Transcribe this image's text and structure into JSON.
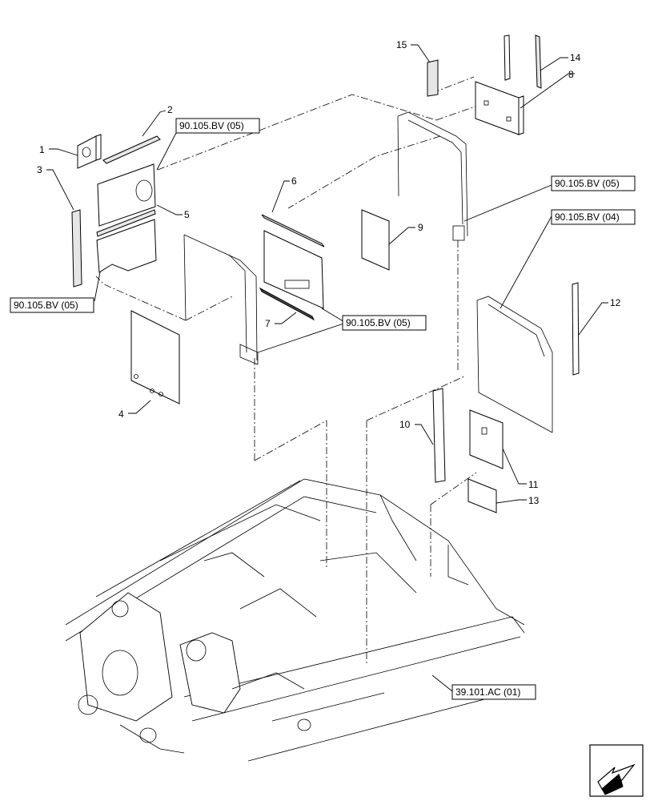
{
  "callouts": [
    {
      "id": "c1",
      "text": "1"
    },
    {
      "id": "c2",
      "text": "2"
    },
    {
      "id": "c3",
      "text": "3"
    },
    {
      "id": "c4",
      "text": "4"
    },
    {
      "id": "c5",
      "text": "5"
    },
    {
      "id": "c6",
      "text": "6"
    },
    {
      "id": "c7",
      "text": "7"
    },
    {
      "id": "c8",
      "text": "8"
    },
    {
      "id": "c9",
      "text": "9"
    },
    {
      "id": "c10",
      "text": "10"
    },
    {
      "id": "c11",
      "text": "11"
    },
    {
      "id": "c12",
      "text": "12"
    },
    {
      "id": "c13",
      "text": "13"
    },
    {
      "id": "c14",
      "text": "14"
    },
    {
      "id": "c15",
      "text": "15"
    }
  ],
  "references": [
    {
      "id": "r1",
      "text": "90.105.BV (05)"
    },
    {
      "id": "r2",
      "text": "90.105.BV (05)"
    },
    {
      "id": "r3",
      "text": "90.105.BV (05)"
    },
    {
      "id": "r4",
      "text": "90.105.BV (05)"
    },
    {
      "id": "r5",
      "text": "90.105.BV (04)"
    },
    {
      "id": "r6",
      "text": "39.101.AC (01)"
    }
  ],
  "nav_icon": "arrow-left-down-icon"
}
